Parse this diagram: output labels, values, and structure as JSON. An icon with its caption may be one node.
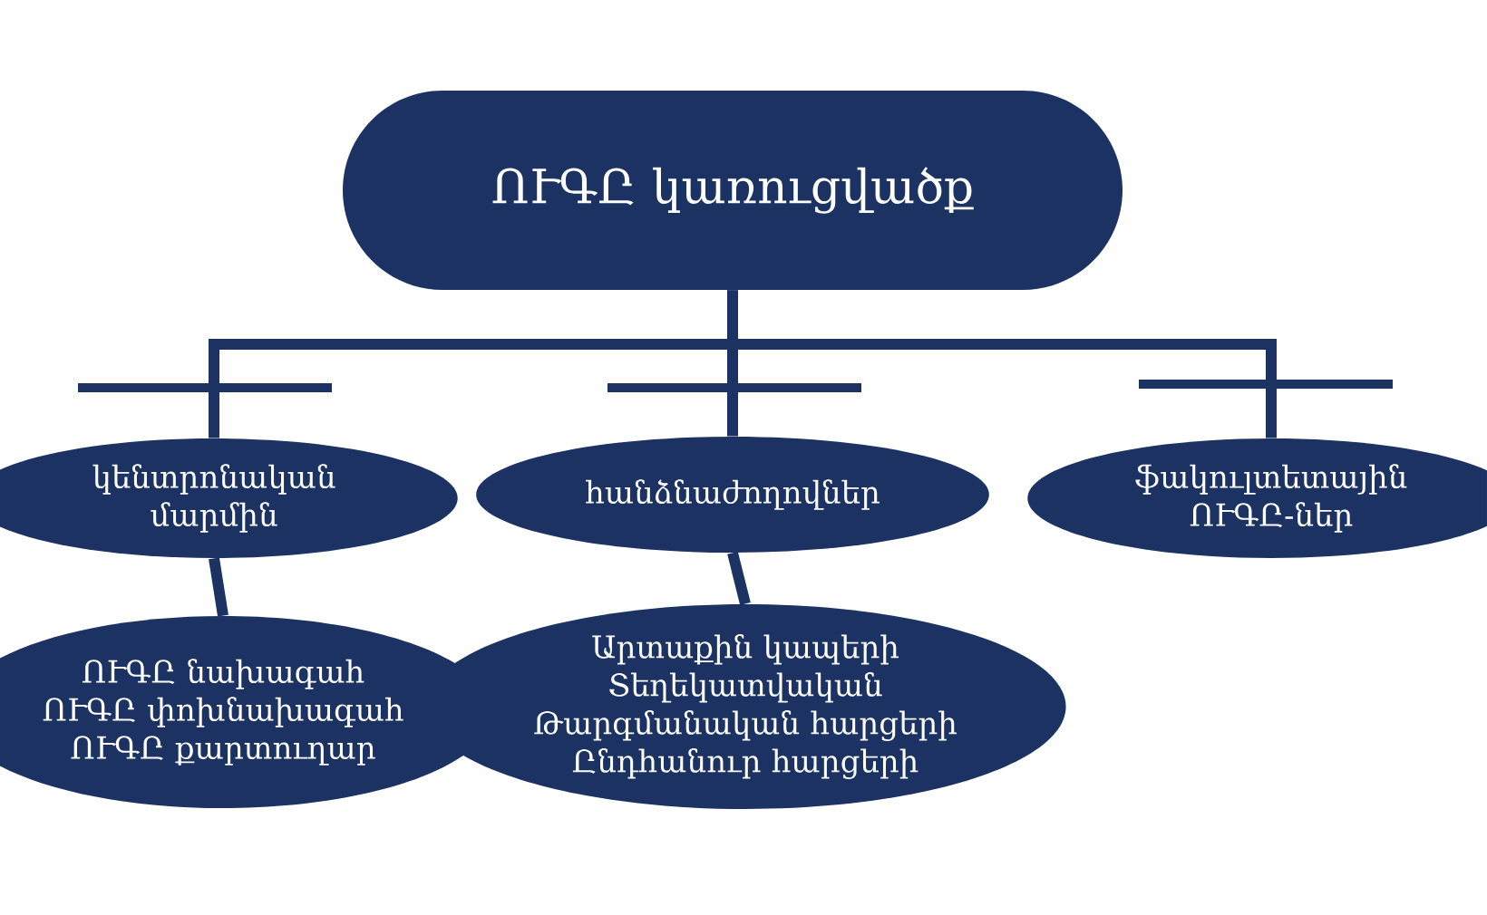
{
  "diagram": {
    "nodes": [
      {
        "text": [
          "ՈՒԳԸ կառուցվածք"
        ]
      },
      {
        "text": [
          "կենտրոնական մարմին"
        ]
      },
      {
        "text": [
          "հանձնաժողովներ"
        ]
      },
      {
        "text": [
          "ֆակուլտետային ՈՒԳԸ-ներ"
        ]
      },
      {
        "text": [
          "ՈՒԳԸ նախագահ",
          "ՈՒԳԸ փոխնախագահ",
          "ՈՒԳԸ քարտուղար"
        ]
      },
      {
        "text": [
          "Արտաքին կապերի",
          "Տեղեկատվական",
          "Թարգմանական հարցերի",
          "Ընդհանուր հարցերի"
        ]
      }
    ],
    "edges": [
      {
        "from": 0,
        "to": 1,
        "arrow": "none"
      },
      {
        "from": 0,
        "to": 2,
        "arrow": "none"
      },
      {
        "from": 0,
        "to": 3,
        "arrow": "none"
      },
      {
        "from": 1,
        "to": 4,
        "arrow": "none"
      },
      {
        "from": 2,
        "to": 5,
        "arrow": "none"
      }
    ]
  }
}
